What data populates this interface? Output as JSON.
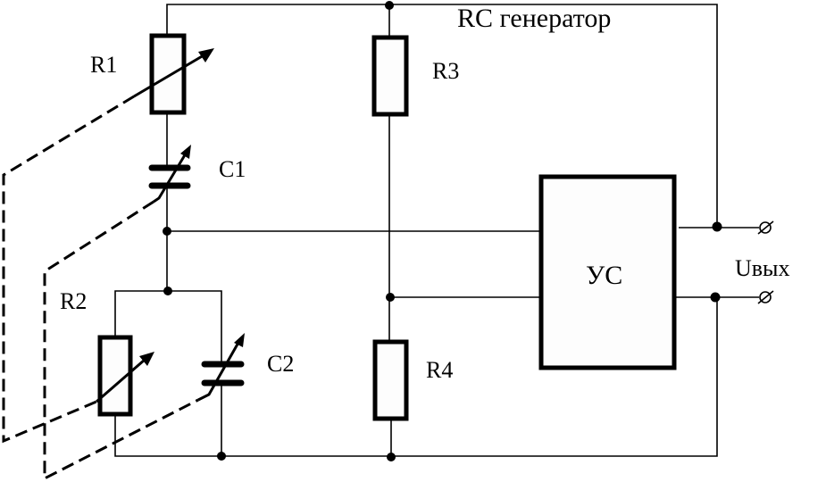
{
  "diagram": {
    "title": "RC генератор",
    "type": "circuit-schematic",
    "components": [
      {
        "id": "R1",
        "label": "R1",
        "kind": "variable-resistor"
      },
      {
        "id": "C1",
        "label": "C1",
        "kind": "variable-capacitor"
      },
      {
        "id": "R2",
        "label": "R2",
        "kind": "variable-resistor"
      },
      {
        "id": "C2",
        "label": "C2",
        "kind": "variable-capacitor"
      },
      {
        "id": "R3",
        "label": "R3",
        "kind": "resistor"
      },
      {
        "id": "R4",
        "label": "R4",
        "kind": "resistor"
      },
      {
        "id": "amp",
        "label": "УС",
        "kind": "amplifier-block"
      }
    ],
    "output_label": "Uвых",
    "terminal_symbol": "⌀",
    "ganged_control": "R1, C1, R2, C2 mechanically coupled (dashed linkage)"
  }
}
